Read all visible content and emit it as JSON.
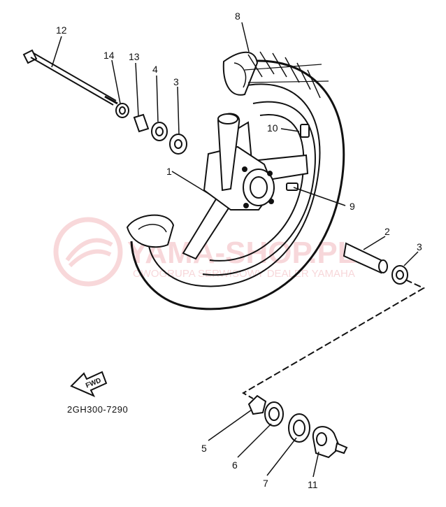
{
  "diagram_code": "2GH300-7290",
  "fwd_label": "FWD",
  "watermark": {
    "title": "YAMA-SHOP.PL",
    "subtitle": "OWOGRUPA SERWISOWY DEALER YAMAHA",
    "color": "#e8878f"
  },
  "callouts": [
    {
      "id": "c12",
      "label": "12"
    },
    {
      "id": "c14",
      "label": "14"
    },
    {
      "id": "c13",
      "label": "13"
    },
    {
      "id": "c4",
      "label": "4"
    },
    {
      "id": "c3a",
      "label": "3"
    },
    {
      "id": "c8",
      "label": "8"
    },
    {
      "id": "c10",
      "label": "10"
    },
    {
      "id": "c1",
      "label": "1"
    },
    {
      "id": "c9",
      "label": "9"
    },
    {
      "id": "c2",
      "label": "2"
    },
    {
      "id": "c3b",
      "label": "3"
    },
    {
      "id": "c5",
      "label": "5"
    },
    {
      "id": "c6",
      "label": "6"
    },
    {
      "id": "c7",
      "label": "7"
    },
    {
      "id": "c11",
      "label": "11"
    }
  ]
}
